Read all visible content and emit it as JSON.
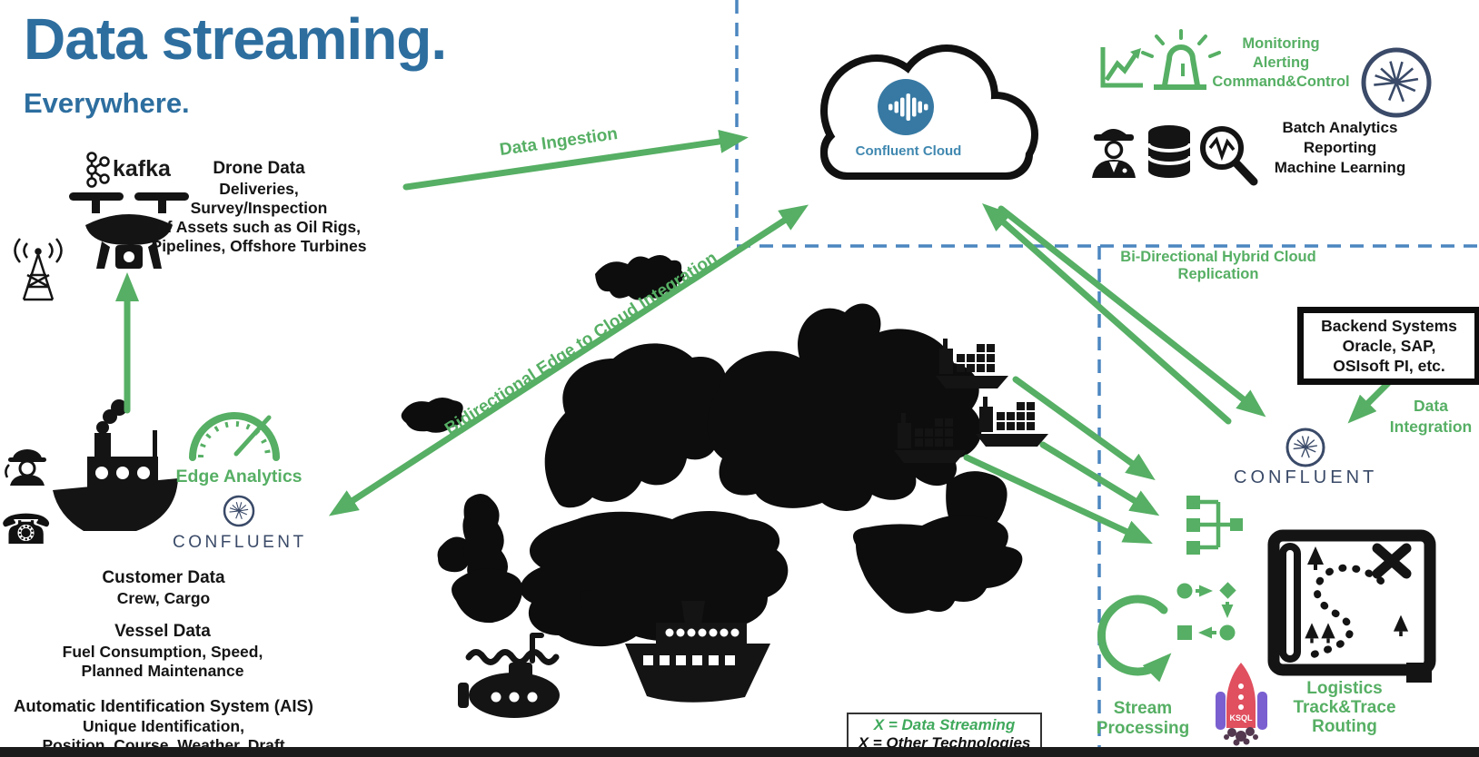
{
  "header": {
    "title": "Data streaming.",
    "subtitle": "Everywhere."
  },
  "colors": {
    "green": "#56AF64",
    "title_blue": "#2D6E9F",
    "navy_wordmark": "#3A4A68",
    "cloud_logo_blue": "#3779A3",
    "cloud_label_blue": "#4088B0",
    "dashed_blue": "#4C86C0",
    "rocket_red": "#E0505F",
    "rocket_purple": "#7A5FD0"
  },
  "kafka_label": "kafka",
  "drone_block": {
    "title": "Drone Data",
    "lines": [
      "Deliveries,",
      "Survey/Inspection",
      "of Assets such as Oil Rigs,",
      "Pipelines, Offshore Turbines"
    ]
  },
  "cloud": {
    "label": "Confluent Cloud"
  },
  "monitoring_block": {
    "lines": [
      "Monitoring",
      "Alerting",
      "Command&Control"
    ]
  },
  "batch_block": {
    "lines": [
      "Batch Analytics",
      "Reporting",
      "Machine Learning"
    ]
  },
  "arrow_labels": {
    "data_ingestion": "Data Ingestion",
    "edge_to_cloud": "Bidirectional Edge to Cloud Integration",
    "hybrid_line1": "Bi-Directional Hybrid Cloud",
    "hybrid_line2": "Replication",
    "data_integration_line1": "Data",
    "data_integration_line2": "Integration"
  },
  "backend_box": {
    "lines": [
      "Backend Systems",
      "Oracle, SAP,",
      "OSIsoft PI, etc."
    ]
  },
  "confluent_wordmark": "CONFLUENT",
  "edge_analytics_label": "Edge Analytics",
  "customer_block": {
    "title": "Customer Data",
    "lines": [
      "Crew, Cargo"
    ]
  },
  "vessel_block": {
    "title": "Vessel Data",
    "lines": [
      "Fuel Consumption, Speed,",
      "Planned Maintenance"
    ]
  },
  "ais_block": {
    "title": "Automatic Identification System (AIS)",
    "lines": [
      "Unique Identification,",
      "Position, Course, Weather, Draft"
    ]
  },
  "stream_processing": {
    "lines": [
      "Stream",
      "Processing"
    ]
  },
  "logistics_block": {
    "lines": [
      "Logistics",
      "Track&Trace",
      "Routing"
    ]
  },
  "ksql_label": "KSQL",
  "legend": {
    "line1": "X = Data Streaming",
    "line2": "X = Other Technologies"
  }
}
